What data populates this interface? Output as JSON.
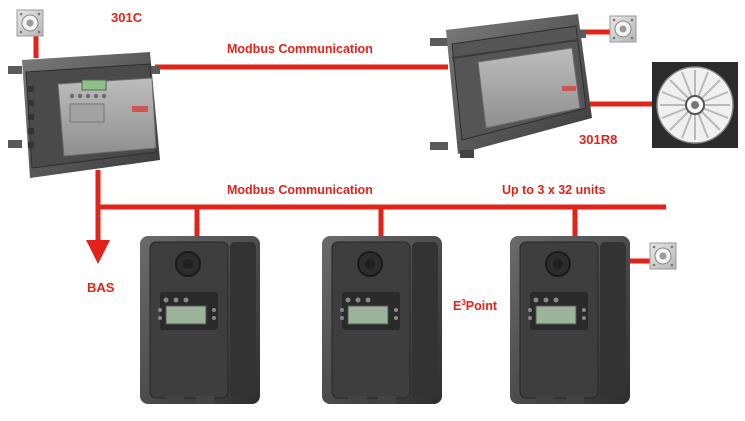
{
  "colors": {
    "link_red": "#e2231a",
    "device_dark": "#3b3b3b",
    "device_face": "#5a5a5a",
    "display_green": "#8fc08a"
  },
  "labels": {
    "controller_301c": "301C",
    "relay_301r8": "301R8",
    "modbus_top": "Modbus Communication",
    "modbus_bus": "Modbus Communication",
    "up_to_units": "Up to 3 x 32 units",
    "bas": "BAS",
    "e3point_prefix": "E",
    "e3point_sup": "3",
    "e3point_suffix": "Point"
  },
  "icons": {
    "strobe": "strobe-horn-icon",
    "fan": "exhaust-fan-icon"
  }
}
